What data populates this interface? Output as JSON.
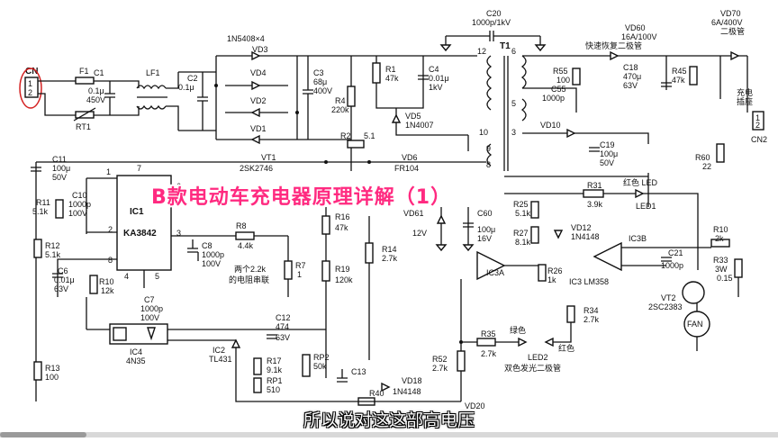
{
  "diagram": {
    "title": "B款电动车充电器原理详解（1）",
    "subtitle": "所以说对这这部高电压",
    "labels": {
      "cn": "CN",
      "cn_pin1": "1",
      "cn_pin2": "2",
      "f1": "F1",
      "rt1": "RT1",
      "c1": "C1",
      "c1_val": "0.1μ",
      "c1_v": "450V",
      "lf1": "LF1",
      "c2": "C2",
      "c2_val": "0.1μ",
      "bridge": "1N5408×4",
      "vd3": "VD3",
      "vd4": "VD4",
      "vd2": "VD2",
      "vd1": "VD1",
      "c3": "C3",
      "c3_val": "68μ",
      "c3_v": "400V",
      "r4": "R4",
      "r4_val": "220k",
      "r1": "R1",
      "r1_val": "47k",
      "c4": "C4",
      "c4_val": "0.01μ",
      "c4_v": "1kV",
      "vd5": "VD5",
      "vd5_val": "1N4007",
      "c20": "C20",
      "c20_val": "1000p/1kV",
      "t1": "T1",
      "pin12": "12",
      "pin6": "6",
      "pin5": "5",
      "pin3": "3",
      "pin10": "10",
      "pin9": "9",
      "pin8": "8",
      "vd60": "VD60",
      "vd60_val": "16A/100V",
      "vd60_desc": "快速恢复二极管",
      "vd70": "VD70",
      "vd70_val": "6A/400V",
      "vd70_desc": "二极管",
      "r55": "R55",
      "r55_val": "100",
      "c55": "C55",
      "c55_val": "1000p",
      "c18": "C18",
      "c18_val": "470μ",
      "c18_v": "63V",
      "r45": "R45",
      "r45_val": "47k",
      "charge_socket_1": "充电",
      "charge_socket_2": "插座",
      "cn2": "CN2",
      "cn2_pin1": "1",
      "cn2_pin2": "2",
      "vd10": "VD10",
      "c19": "C19",
      "c19_val": "100μ",
      "c19_v": "50V",
      "r60": "R60",
      "r60_val": "22",
      "r2": "R2",
      "r2_val": "5.1",
      "vt1": "VT1",
      "vt1_val": "2SK2746",
      "vd6": "VD6",
      "vd6_val": "FR104",
      "c11": "C11",
      "c11_val": "100μ",
      "c11_v": "50V",
      "c10": "C10",
      "c10_val": "1000p",
      "c10_v": "100V",
      "r11": "R11",
      "r11_val": "5.1k",
      "ic1": "IC1",
      "ic1_val": "KA3842",
      "ic1_p1": "1",
      "ic1_p2": "2",
      "ic1_p3": "3",
      "ic1_p4": "4",
      "ic1_p5": "5",
      "ic1_p6": "6",
      "ic1_p7": "7",
      "ic1_p8": "8",
      "r12": "R12",
      "r12_val": "5.1k",
      "c6": "C6",
      "c6_val": "0.01μ",
      "c6_v": "63V",
      "r10": "R10",
      "r10_val": "12k",
      "c7": "C7",
      "c7_val": "1000p",
      "c7_v": "100V",
      "c8": "C8",
      "c8_val": "1000p",
      "c8_v": "100V",
      "r8": "R8",
      "r8_val": "4.4k",
      "note1": "两个2.2k",
      "note2": "的电阻串联",
      "r7": "R7",
      "r7_val": "1",
      "r16": "R16",
      "r16_val": "47k",
      "r19": "R19",
      "r19_val": "120k",
      "r14": "R14",
      "r14_val": "2.7k",
      "v12": "12V",
      "vd6a": "VD61",
      "c60": "C60",
      "c60_val": "100μ",
      "c60_v": "16V",
      "r31": "R31",
      "r31_val": "3.9k",
      "red_led": "红色 LED",
      "led1": "LED1",
      "r25": "R25",
      "r25_val": "5.1k",
      "r27": "R27",
      "r27_val": "8.1k",
      "vd12": "VD12",
      "vd12_val": "1N4148",
      "ic3b": "IC3B",
      "ic3a": "IC3A",
      "ic3": "IC3 LM358",
      "r26": "R26",
      "r26_val": "1k",
      "r10b": "R10",
      "r10b_val": "2k",
      "c21": "C21",
      "c21_val": "1000p",
      "r33": "R33",
      "r33_val": "3W",
      "r33_v": "0.15",
      "r34": "R34",
      "r34_val": "2.7k",
      "vt2": "VT2",
      "vt2_val": "2SC2383",
      "fan": "FAN",
      "ic4": "IC4",
      "ic4_val": "4N35",
      "ic2": "IC2",
      "ic2_val": "TL431",
      "c12": "C12",
      "c12_val": "474",
      "c12_v": "63V",
      "r17": "R17",
      "r17_val": "9.1k",
      "rp1": "RP1",
      "rp1_val": "510",
      "rp2": "RP2",
      "rp2_val": "50k",
      "c13": "C13",
      "r13": "R13",
      "r13_val": "100",
      "r52": "R52",
      "r52_val": "2.7k",
      "r35": "R35",
      "r35_val": "2.7k",
      "green": "绿色",
      "red": "红色",
      "led2": "LED2",
      "led2_desc": "双色发光二极管",
      "vd18": "VD18",
      "vd18_val": "1N4148",
      "r40": "R40",
      "vd20": "VD20"
    }
  }
}
